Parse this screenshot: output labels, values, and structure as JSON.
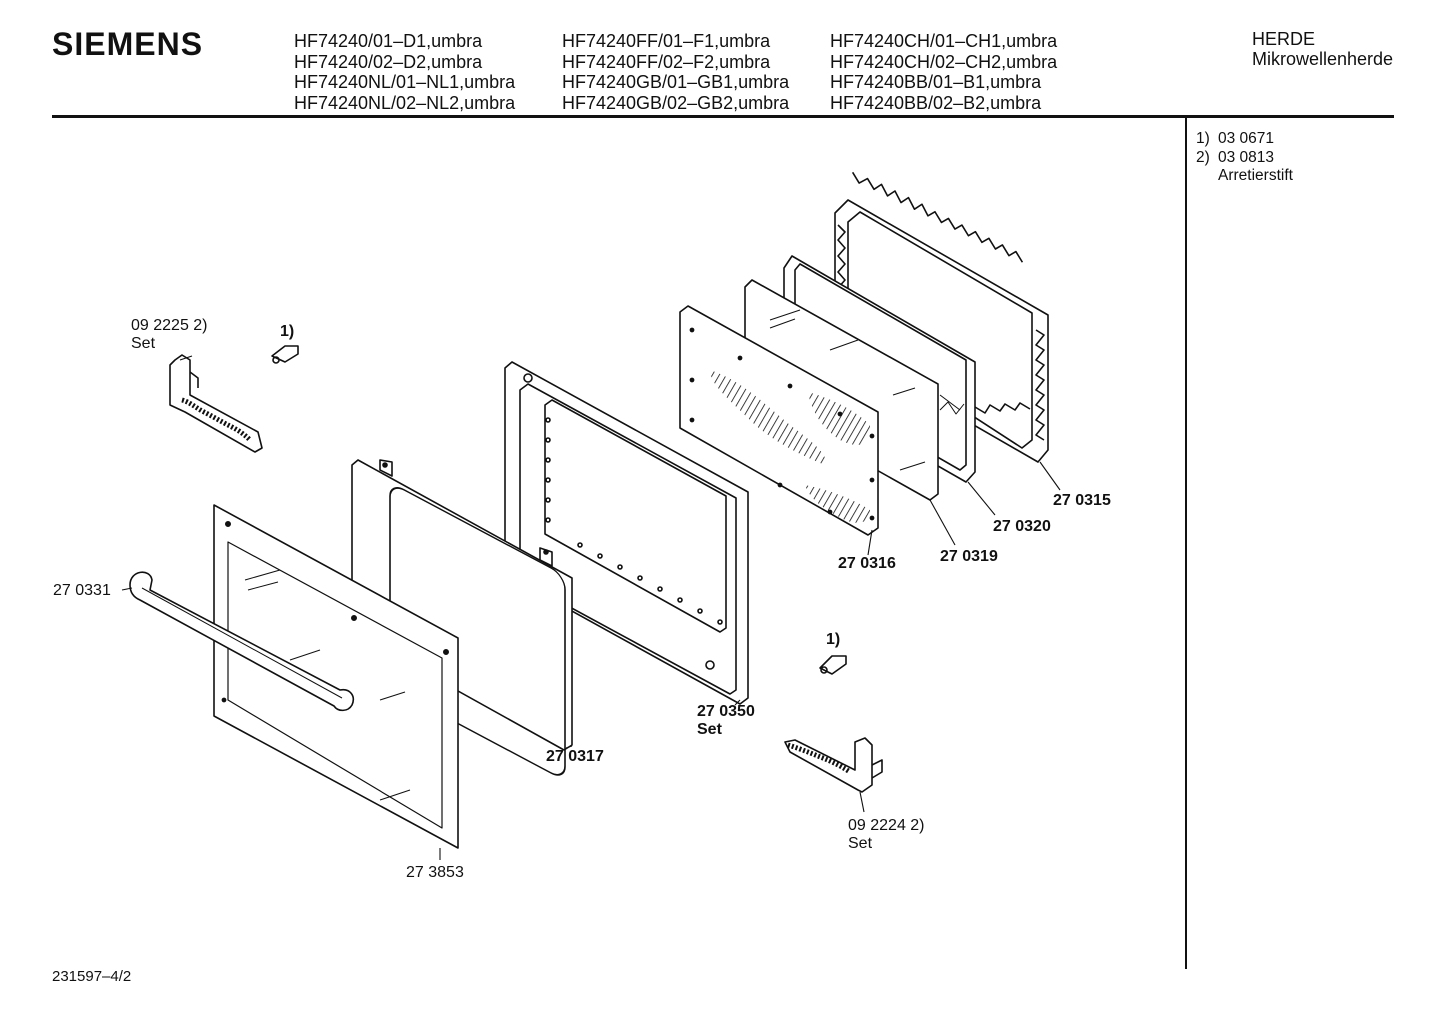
{
  "header": {
    "brand": "SIEMENS",
    "models": [
      [
        "HF74240/01–D1,umbra",
        "HF74240/02–D2,umbra",
        "HF74240NL/01–NL1,umbra",
        "HF74240NL/02–NL2,umbra"
      ],
      [
        "HF74240FF/01–F1,umbra",
        "HF74240FF/02–F2,umbra",
        "HF74240GB/01–GB1,umbra",
        "HF74240GB/02–GB2,umbra"
      ],
      [
        "HF74240CH/01–CH1,umbra",
        "HF74240CH/02–CH2,umbra",
        "HF74240BB/01–B1,umbra",
        "HF74240BB/02–B2,umbra"
      ]
    ],
    "category": "HERDE",
    "subcategory": "Mikrowellenherde"
  },
  "notes": [
    {
      "num": "1)",
      "code": "03 0671",
      "desc": ""
    },
    {
      "num": "2)",
      "code": "03 0813",
      "desc": "Arretierstift"
    }
  ],
  "parts": {
    "p092225": "09 2225 2)",
    "p092225_set": "Set",
    "ref1_top": "1)",
    "p270331": "27 0331",
    "p273853": "27 3853",
    "p270317": "27 0317",
    "p270350": "27 0350",
    "p270350_set": "Set",
    "ref1_bottom": "1)",
    "p092224": "09 2224 2)",
    "p092224_set": "Set",
    "p270316": "27 0316",
    "p270319": "27 0319",
    "p270320": "27 0320",
    "p270315": "27 0315"
  },
  "footer": {
    "doc_id": "231597–4/2"
  }
}
